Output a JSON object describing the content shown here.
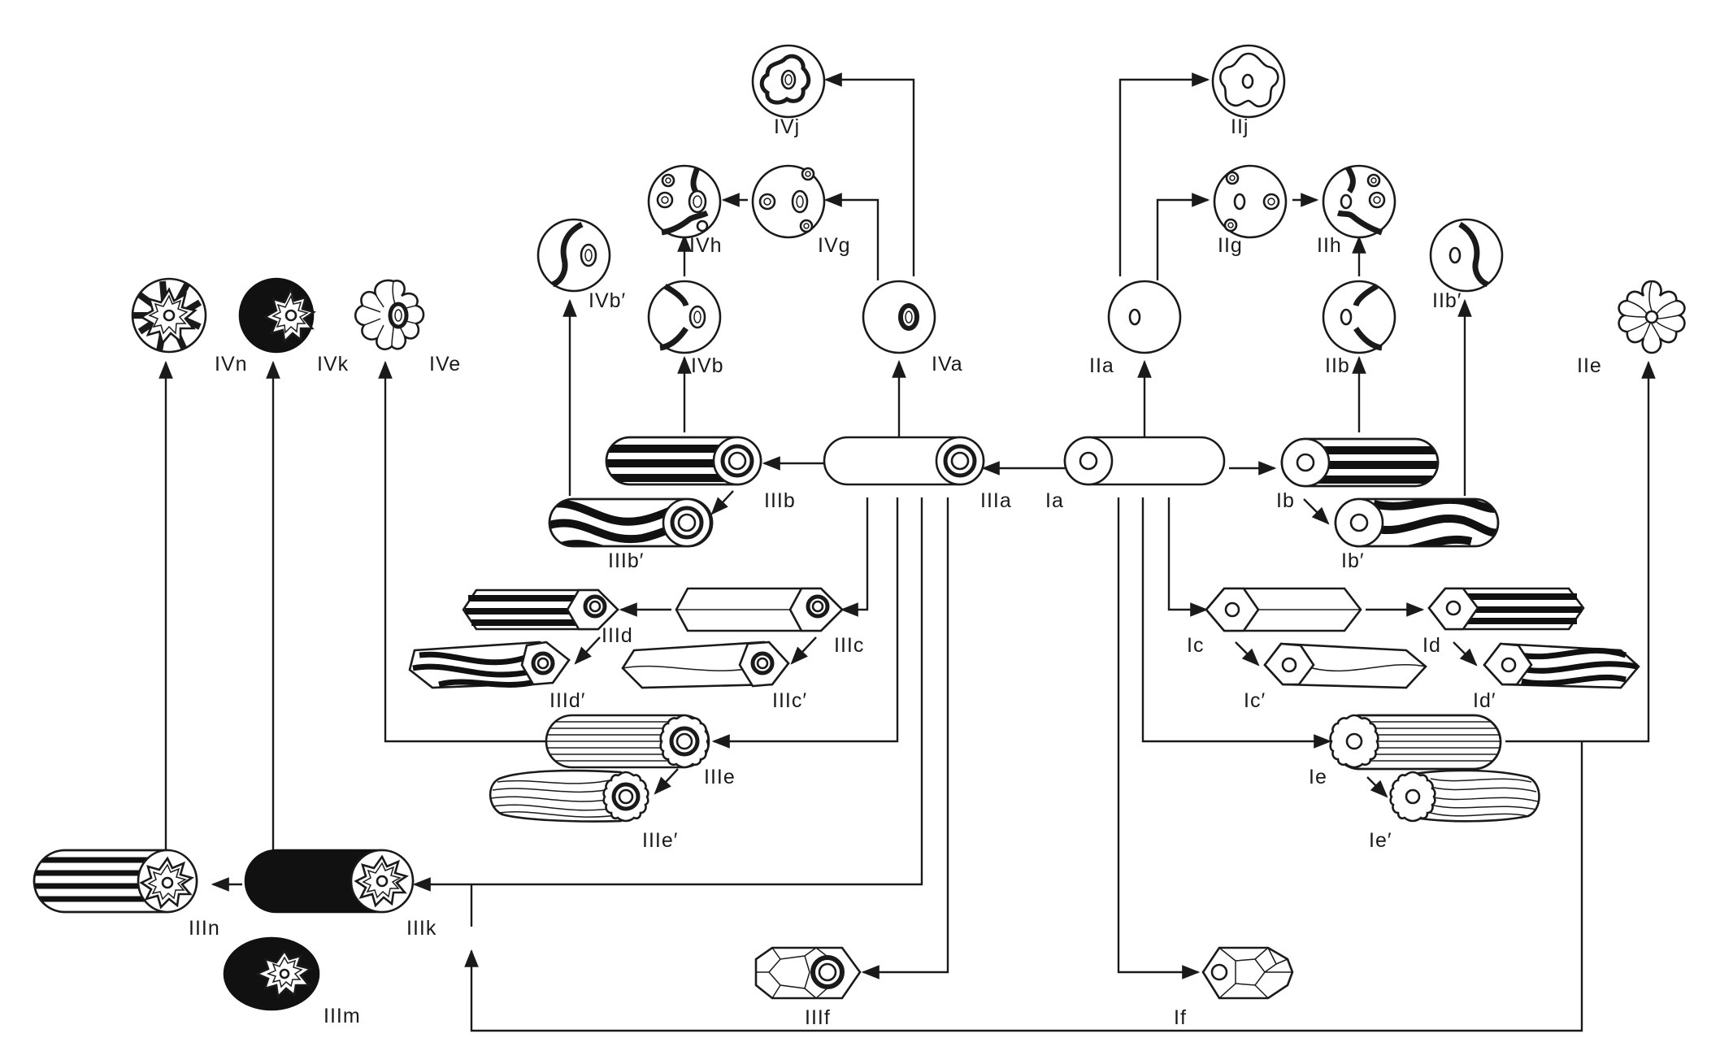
{
  "labels": {
    "IVj": "IVj",
    "IVh": "IVh",
    "IVg": "IVg",
    "IVb_prime": "IVb′",
    "IVb": "IVb",
    "IVa": "IVa",
    "IVn": "IVn",
    "IVk": "IVk",
    "IVe": "IVe",
    "IIj": "IIj",
    "IIg": "IIg",
    "IIh": "IIh",
    "IIa": "IIa",
    "IIb": "IIb",
    "IIb_prime": "IIb′",
    "IIe": "IIe",
    "IIIb": "IIIb",
    "IIIa": "IIIa",
    "Ia": "Ia",
    "Ib": "Ib",
    "IIIb_prime": "IIIb′",
    "Ib_prime": "Ib′",
    "IIId": "IIId",
    "IIIc": "IIIc",
    "Ic": "Ic",
    "Id": "Id",
    "IIId_prime": "IIId′",
    "IIIc_prime": "IIIc′",
    "Ic_prime": "Ic′",
    "Id_prime": "Id′",
    "IIIe": "IIIe",
    "IIIe_prime": "IIIe′",
    "Ie": "Ie",
    "Ie_prime": "Ie′",
    "IIIn": "IIIn",
    "IIIk": "IIIk",
    "IIIm": "IIIm",
    "IIIf": "IIIf",
    "If": "If"
  },
  "colors": {
    "ink": "#1a1a1a",
    "background": "#ffffff"
  }
}
